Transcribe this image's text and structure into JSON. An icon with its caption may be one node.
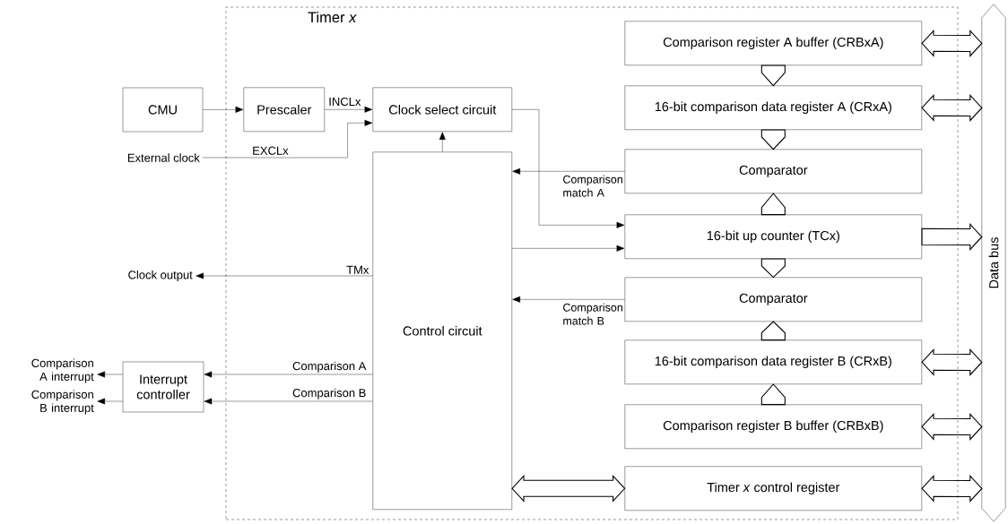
{
  "diagram": {
    "nodes": [
      {
        "text": [
          "Timer *x*"
        ]
      },
      {
        "text": [
          "CMU"
        ]
      },
      {
        "text": [
          "Prescaler"
        ],
        "in": 0
      },
      {
        "text": [
          "Clock select circuit"
        ],
        "in": 0
      },
      {
        "text": [
          "Control circuit"
        ],
        "in": 0
      },
      {
        "text": [
          "Comparison register A buffer (CRBxA)"
        ],
        "in": 0
      },
      {
        "text": [
          "16-bit comparison data register A (CRxA)"
        ],
        "in": 0
      },
      {
        "text": [
          "Comparator"
        ],
        "in": 0
      },
      {
        "text": [
          "16-bit up counter (TCx)"
        ],
        "in": 0
      },
      {
        "text": [
          "Comparator"
        ],
        "in": 0
      },
      {
        "text": [
          "16-bit comparison data register B (CRxB)"
        ],
        "in": 0
      },
      {
        "text": [
          "Comparison register B buffer (CRBxB)"
        ],
        "in": 0
      },
      {
        "text": [
          "Timer *x* control register"
        ],
        "in": 0
      },
      {
        "text": [
          "Data bus"
        ]
      },
      {
        "text": [
          "Interrupt controller"
        ]
      },
      {
        "text": [
          "External clock"
        ]
      },
      {
        "text": [
          "Clock output"
        ]
      },
      {
        "text": [
          "Comparison A interrupt"
        ]
      },
      {
        "text": [
          "Comparison B interrupt"
        ]
      }
    ],
    "edges": [
      {
        "from": 1,
        "to": 2,
        "arrow": "to"
      },
      {
        "from": 2,
        "to": 3,
        "arrow": "to",
        "label": "INCLx"
      },
      {
        "from": 15,
        "to": 3,
        "arrow": "to",
        "label": "EXCLx"
      },
      {
        "from": 4,
        "to": 3,
        "arrow": "to"
      },
      {
        "from": 3,
        "to": 8,
        "arrow": "to"
      },
      {
        "from": 7,
        "to": 4,
        "arrow": "to",
        "label": "Comparison match A"
      },
      {
        "from": 4,
        "to": 8,
        "arrow": "to"
      },
      {
        "from": 4,
        "to": 16,
        "arrow": "to",
        "label": "TMx"
      },
      {
        "from": 9,
        "to": 4,
        "arrow": "to",
        "label": "Comparison match B"
      },
      {
        "from": 4,
        "to": 14,
        "arrow": "to",
        "label": "Comparison A"
      },
      {
        "from": 4,
        "to": 14,
        "arrow": "to",
        "label": "Comparison B"
      },
      {
        "from": 14,
        "to": 17,
        "arrow": "to"
      },
      {
        "from": 14,
        "to": 18,
        "arrow": "to"
      },
      {
        "from": 5,
        "to": 6,
        "arrow": "to",
        "style": "thick"
      },
      {
        "from": 6,
        "to": 7,
        "arrow": "to",
        "style": "thick"
      },
      {
        "from": 8,
        "to": 7,
        "arrow": "to",
        "style": "thick"
      },
      {
        "from": 8,
        "to": 9,
        "arrow": "to",
        "style": "thick"
      },
      {
        "from": 10,
        "to": 9,
        "arrow": "to",
        "style": "thick"
      },
      {
        "from": 11,
        "to": 10,
        "arrow": "to",
        "style": "thick"
      },
      {
        "from": 5,
        "to": 13,
        "arrow": "both",
        "style": "thick"
      },
      {
        "from": 6,
        "to": 13,
        "arrow": "both",
        "style": "thick"
      },
      {
        "from": 8,
        "to": 13,
        "arrow": "to",
        "style": "thick"
      },
      {
        "from": 10,
        "to": 13,
        "arrow": "both",
        "style": "thick"
      },
      {
        "from": 11,
        "to": 13,
        "arrow": "both",
        "style": "thick"
      },
      {
        "from": 12,
        "to": 13,
        "arrow": "both",
        "style": "thick"
      },
      {
        "from": 4,
        "to": 12,
        "arrow": "both",
        "style": "thick"
      }
    ]
  }
}
